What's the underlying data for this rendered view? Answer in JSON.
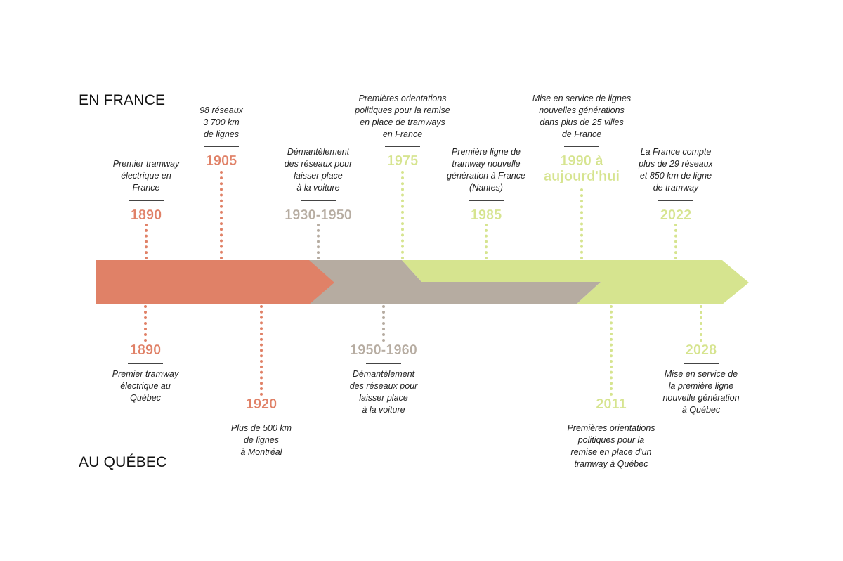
{
  "headings": {
    "france": "EN FRANCE",
    "quebec": "AU QUÉBEC"
  },
  "colors": {
    "orange": "#e08167",
    "gray": "#b6aca1",
    "green": "#d6e48f",
    "rule": "#444444"
  },
  "france_events": [
    {
      "year": "1890",
      "lines": [
        "Premier tramway",
        "électrique en",
        "France"
      ],
      "color": "orange"
    },
    {
      "year": "1905",
      "lines": [
        "98 réseaux",
        "3 700 km",
        "de lignes"
      ],
      "color": "orange"
    },
    {
      "year": "1930-1950",
      "lines": [
        "Démantèlement",
        "des réseaux pour",
        "laisser place",
        "à la voiture"
      ],
      "color": "gray"
    },
    {
      "year": "1975",
      "lines": [
        "Premières orientations",
        "politiques pour la remise",
        "en place de tramways",
        "en France"
      ],
      "color": "green"
    },
    {
      "year": "1985",
      "lines": [
        "Première ligne de",
        "tramway nouvelle",
        "génération à France",
        "(Nantes)"
      ],
      "color": "green"
    },
    {
      "year_lines": [
        "1990 à",
        "aujourd'hui"
      ],
      "lines": [
        "Mise en service de lignes",
        "nouvelles générations",
        "dans plus de 25 villes",
        "de France"
      ],
      "color": "green"
    },
    {
      "year": "2022",
      "lines": [
        "La France compte",
        "plus de 29 réseaux",
        "et 850 km de ligne",
        "de tramway"
      ],
      "color": "green"
    }
  ],
  "quebec_events": [
    {
      "year": "1890",
      "lines": [
        "Premier tramway",
        "électrique au",
        "Québec"
      ],
      "color": "orange"
    },
    {
      "year": "1920",
      "lines": [
        "Plus de 500 km",
        "de lignes",
        "à Montréal"
      ],
      "color": "orange"
    },
    {
      "year": "1950-1960",
      "lines": [
        "Démantèlement",
        "des réseaux pour",
        "laisser place",
        "à la voiture"
      ],
      "color": "gray"
    },
    {
      "year": "2011",
      "lines": [
        "Premières orientations",
        "politiques pour la",
        "remise en place d'un",
        "tramway à Québec"
      ],
      "color": "green"
    },
    {
      "year": "2028",
      "lines": [
        "Mise en service de",
        "la première ligne",
        "nouvelle génération",
        "à Québec"
      ],
      "color": "green"
    }
  ]
}
